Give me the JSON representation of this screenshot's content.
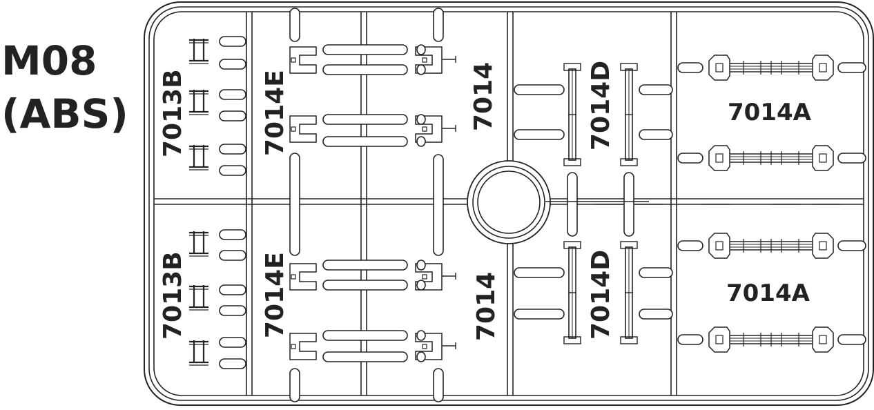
{
  "sprue": {
    "title_line1": "M08",
    "title_line2": "(ABS)"
  },
  "parts": {
    "p7013b_top": "7013B",
    "p7013b_bottom": "7013B",
    "p7014e_top": "7014E",
    "p7014e_bottom": "7014E",
    "p7014_top": "7014",
    "p7014_bottom": "7014",
    "p7014d_top": "7014D",
    "p7014d_bottom": "7014D",
    "p7014a_top": "7014A",
    "p7014a_bottom": "7014A"
  },
  "colors": {
    "line": "#222222",
    "background": "#ffffff"
  }
}
